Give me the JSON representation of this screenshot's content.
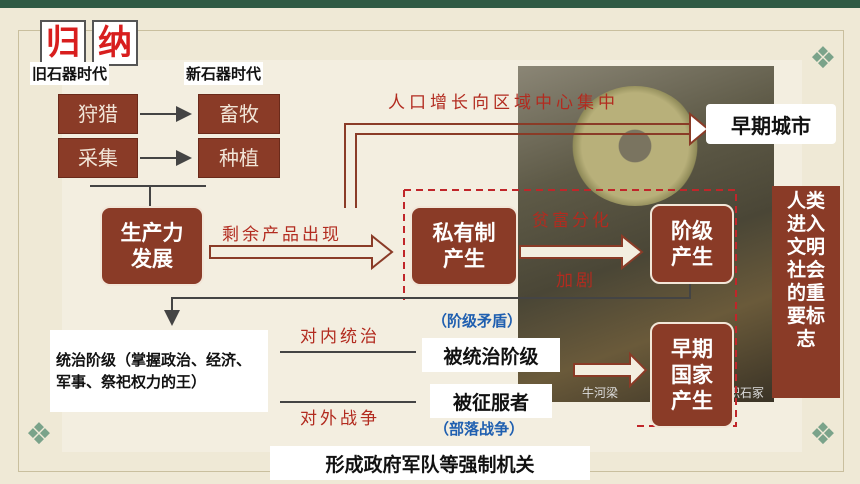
{
  "title": [
    "归",
    "纳"
  ],
  "eras": {
    "old": "旧石器时代",
    "new": "新石器时代"
  },
  "old_items": [
    "狩猎",
    "采集"
  ],
  "new_items": [
    "畜牧",
    "种植"
  ],
  "productivity": "生产力\n发展",
  "surplus": "剩余产品出现",
  "population": "人口增长向区域中心集中",
  "early_city": "早期城市",
  "private": "私有制\n产生",
  "wealth_gap": "贫富分化",
  "intensify": "加剧",
  "class_emerge": "阶级\n产生",
  "early_state": "早期\n国家\n产生",
  "civilization": "人类进入文明社会的重要标志",
  "ruling_class": "统治阶级（掌握政治、经济、军事、祭祀权力的王）",
  "internal_rule": "对内统治",
  "class_conflict": "（阶级矛盾）",
  "ruled_class": "被统治阶级",
  "conquered": "被征服者",
  "external_war": "对外战争",
  "tribal_war": "（部落战争）",
  "bottom": "形成政府军队等强制机关",
  "photo_caption": "牛河梁",
  "photo_caption2": "积石冢"
}
